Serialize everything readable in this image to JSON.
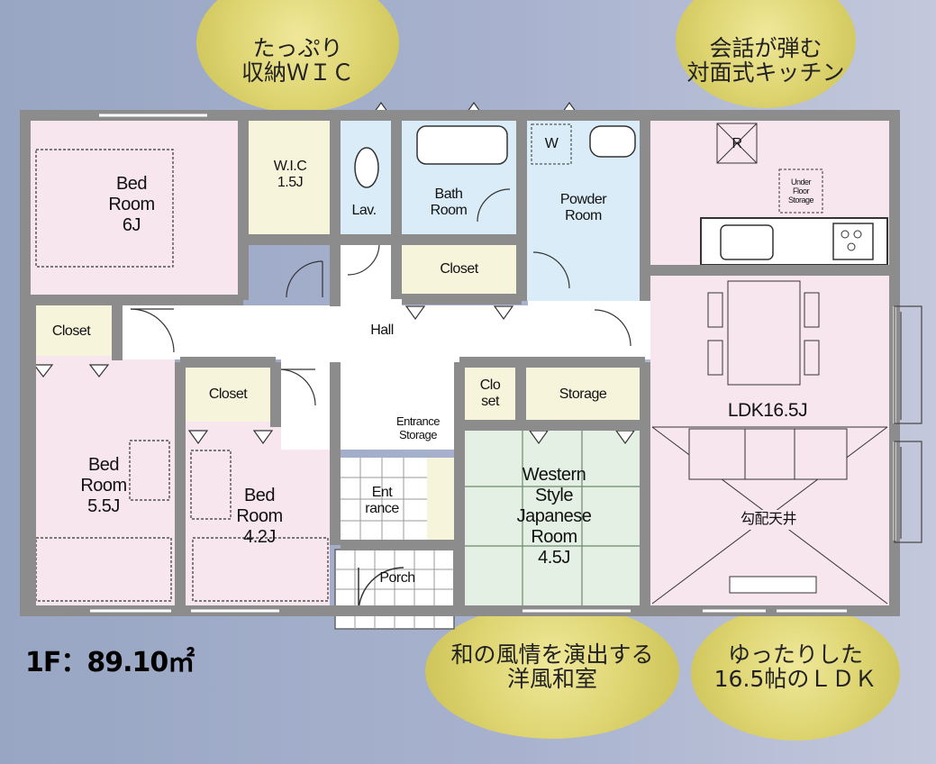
{
  "callouts": {
    "wic": "たっぷり\n収納ＷＩＣ",
    "kitchen": "会話が弾む\n対面式キッチン",
    "washitsu": "和の風情を演出する\n洋風和室",
    "ldk": "ゆったりした\n16.5帖のＬＤＫ"
  },
  "rooms": {
    "bed6": "Bed\nRoom\n6J",
    "wic": "W.I.C\n1.5J",
    "lav": "Lav.",
    "bath": "Bath\nRoom",
    "powder": "Powder\nRoom",
    "w_mark": "W",
    "r_mark": "R",
    "under_floor": "Under\nFloor\nStorage",
    "closet_center": "Closet",
    "hall": "Hall",
    "closet_left": "Closet",
    "closet_mid": "Closet",
    "closet_small": "Clo\nset",
    "storage": "Storage",
    "entrance_storage": "Entrance\nStorage",
    "bed55": "Bed\nRoom\n5.5J",
    "bed42": "Bed\nRoom\n4.2J",
    "entrance": "Ent\nrance",
    "western": "Western\nStyle\nJapanese\nRoom\n4.5J",
    "porch": "Porch",
    "ldk": "LDK16.5J",
    "ceiling": "勾配天井"
  },
  "area": "1F：89.10㎡",
  "colors": {
    "background": "#a8b2ce",
    "bubble": "#ddd36f",
    "pink": "#f8e6ef",
    "beige": "#f7f4dc",
    "blue": "#d9ecf7",
    "green": "#e3f0e3",
    "wall": "#8c8c8c"
  }
}
